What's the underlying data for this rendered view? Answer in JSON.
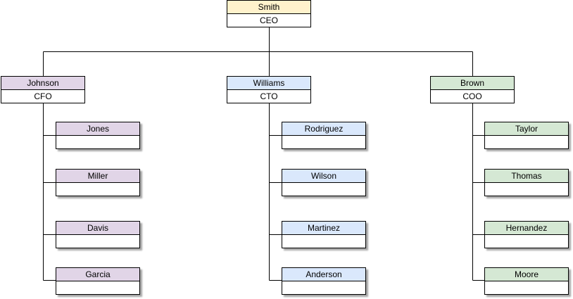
{
  "colors": {
    "ceo_fill": "#fff2cc",
    "purple_fill": "#e1d5e7",
    "blue_fill": "#dae8fc",
    "green_fill": "#d5e8d4"
  },
  "ceo": {
    "name": "Smith",
    "role": "CEO"
  },
  "executives": [
    {
      "name": "Johnson",
      "role": "CFO"
    },
    {
      "name": "Williams",
      "role": "CTO"
    },
    {
      "name": "Brown",
      "role": "COO"
    }
  ],
  "teams": [
    [
      {
        "name": "Jones",
        "role": ""
      },
      {
        "name": "Miller",
        "role": ""
      },
      {
        "name": "Davis",
        "role": ""
      },
      {
        "name": "Garcia",
        "role": ""
      }
    ],
    [
      {
        "name": "Rodriguez",
        "role": ""
      },
      {
        "name": "Wilson",
        "role": ""
      },
      {
        "name": "Martinez",
        "role": ""
      },
      {
        "name": "Anderson",
        "role": ""
      }
    ],
    [
      {
        "name": "Taylor",
        "role": ""
      },
      {
        "name": "Thomas",
        "role": ""
      },
      {
        "name": "Hernandez",
        "role": ""
      },
      {
        "name": "Moore",
        "role": ""
      }
    ]
  ]
}
